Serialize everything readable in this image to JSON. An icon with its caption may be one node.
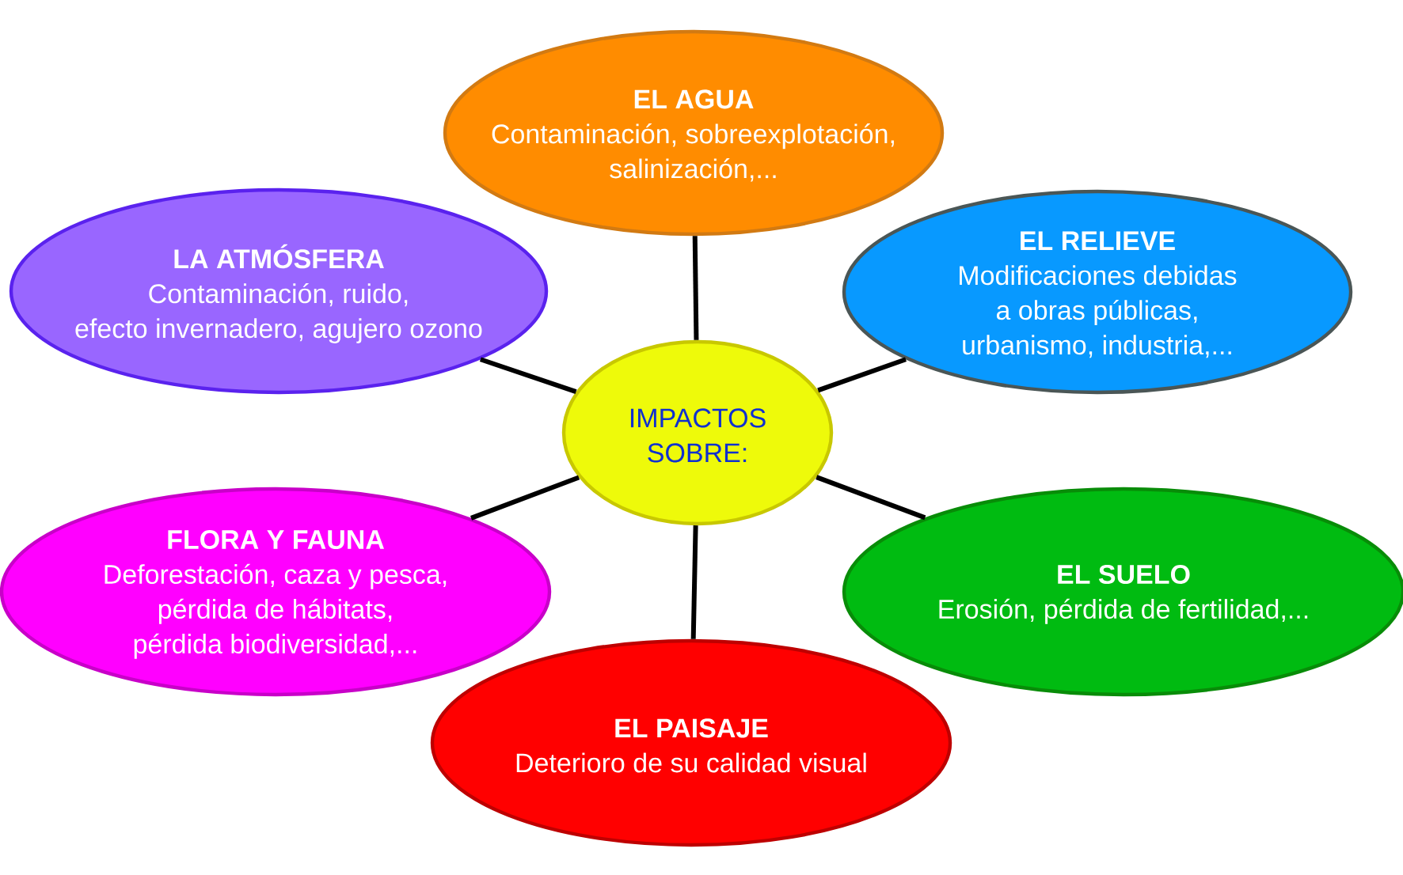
{
  "diagram": {
    "nodes": [
      {
        "text": [
          "EL AGUA",
          "Contaminación, sobreexplotación, salinización,..."
        ]
      },
      {
        "text": [
          "LA ATMÓSFERA",
          "Contaminación, ruido, efecto invernadero, agujero ozono"
        ]
      },
      {
        "text": [
          "EL RELIEVE",
          "Modificaciones debidas a obras públicas, urbanismo, industria,..."
        ]
      },
      {
        "text": [
          "IMPACTOS SOBRE:"
        ]
      },
      {
        "text": [
          "FLORA Y FAUNA",
          "Deforestación, caza y pesca, pérdida de hábitats, pérdida biodiversidad,..."
        ]
      },
      {
        "text": [
          "EL SUELO",
          "Erosión, pérdida de fertilidad,..."
        ]
      },
      {
        "text": [
          "EL PAISAJE",
          "Deterioro de su calidad visual"
        ]
      }
    ],
    "edges": [
      {
        "from": 3,
        "to": 0,
        "arrow": "none"
      },
      {
        "from": 3,
        "to": 2,
        "arrow": "none"
      },
      {
        "from": 3,
        "to": 5,
        "arrow": "none"
      },
      {
        "from": 3,
        "to": 6,
        "arrow": "none"
      },
      {
        "from": 3,
        "to": 4,
        "arrow": "none"
      },
      {
        "from": 3,
        "to": 1,
        "arrow": "none"
      }
    ]
  }
}
